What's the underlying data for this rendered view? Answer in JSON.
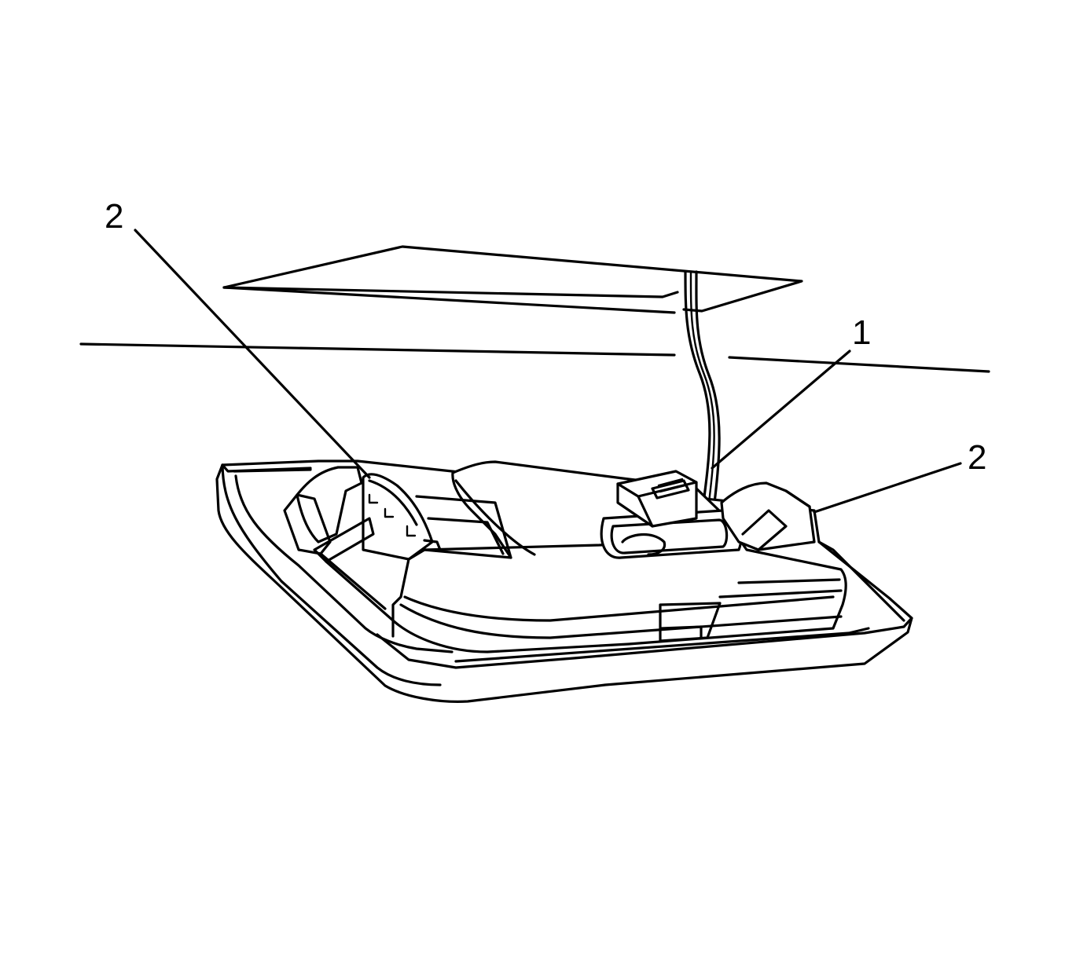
{
  "callouts": {
    "left": "2",
    "wire": "1",
    "right": "2"
  },
  "style": {
    "line_color": "#000000",
    "background": "#ffffff"
  }
}
